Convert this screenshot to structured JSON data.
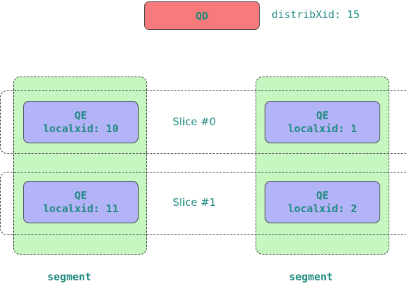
{
  "qd": {
    "label": "QD",
    "distrib_label": "distribXid: 15"
  },
  "slices": [
    {
      "label": "Slice #0"
    },
    {
      "label": "Slice #1"
    }
  ],
  "segments": [
    {
      "label": "segment",
      "qes": [
        {
          "title": "QE",
          "localxid": "localxid: 10"
        },
        {
          "title": "QE",
          "localxid": "localxid: 11"
        }
      ]
    },
    {
      "label": "segment",
      "qes": [
        {
          "title": "QE",
          "localxid": "localxid: 1"
        },
        {
          "title": "QE",
          "localxid": "localxid: 2"
        }
      ]
    }
  ],
  "colors": {
    "qd_fill": "#f97a7a",
    "qe_fill": "#b3b3f7",
    "segment_fill": "#c6f7c0",
    "text_teal": "#1f8a80"
  }
}
